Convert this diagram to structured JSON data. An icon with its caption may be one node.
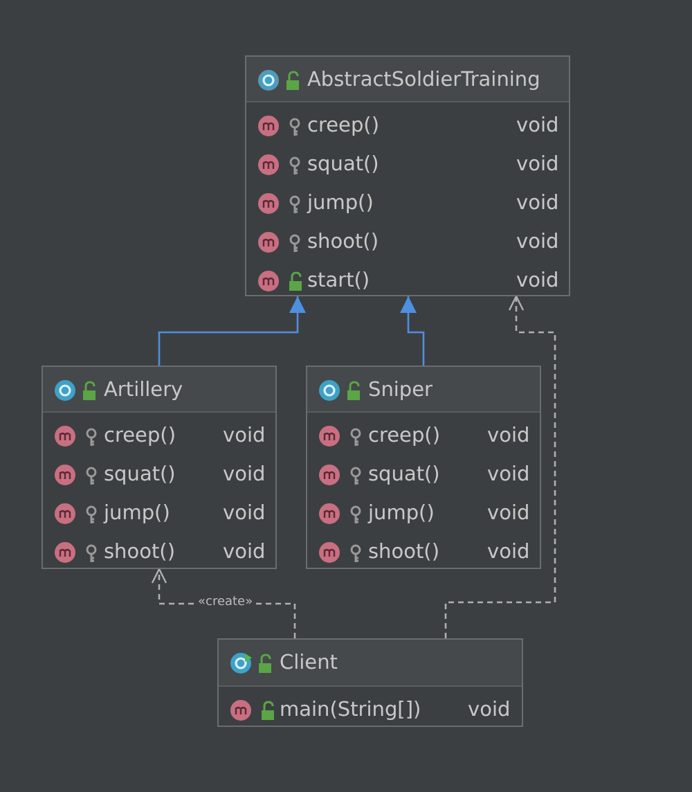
{
  "diagram": {
    "nodes": [
      {
        "text": [
          "AbstractSoldierTraining",
          "creep()",
          "void",
          "squat()",
          "void",
          "jump()",
          "void",
          "shoot()",
          "void",
          "start()",
          "void"
        ]
      },
      {
        "text": [
          "Artillery",
          "creep()",
          "void",
          "squat()",
          "void",
          "jump()",
          "void",
          "shoot()",
          "void"
        ]
      },
      {
        "text": [
          "Sniper",
          "creep()",
          "void",
          "squat()",
          "void",
          "jump()",
          "void",
          "shoot()",
          "void"
        ]
      },
      {
        "text": [
          "Client",
          "main(String[])",
          "void"
        ]
      }
    ],
    "edges": [
      {
        "from": 1,
        "to": 0,
        "arrow": "to",
        "color": "#4f8fe0"
      },
      {
        "from": 2,
        "to": 0,
        "arrow": "to",
        "color": "#4f8fe0"
      },
      {
        "from": 3,
        "to": 0,
        "arrow": "to",
        "style": "dashed",
        "color": "#b0b0b0"
      },
      {
        "from": 3,
        "to": 1,
        "arrow": "to",
        "style": "dashed",
        "color": "#b0b0b0",
        "label": "«create»"
      }
    ]
  }
}
